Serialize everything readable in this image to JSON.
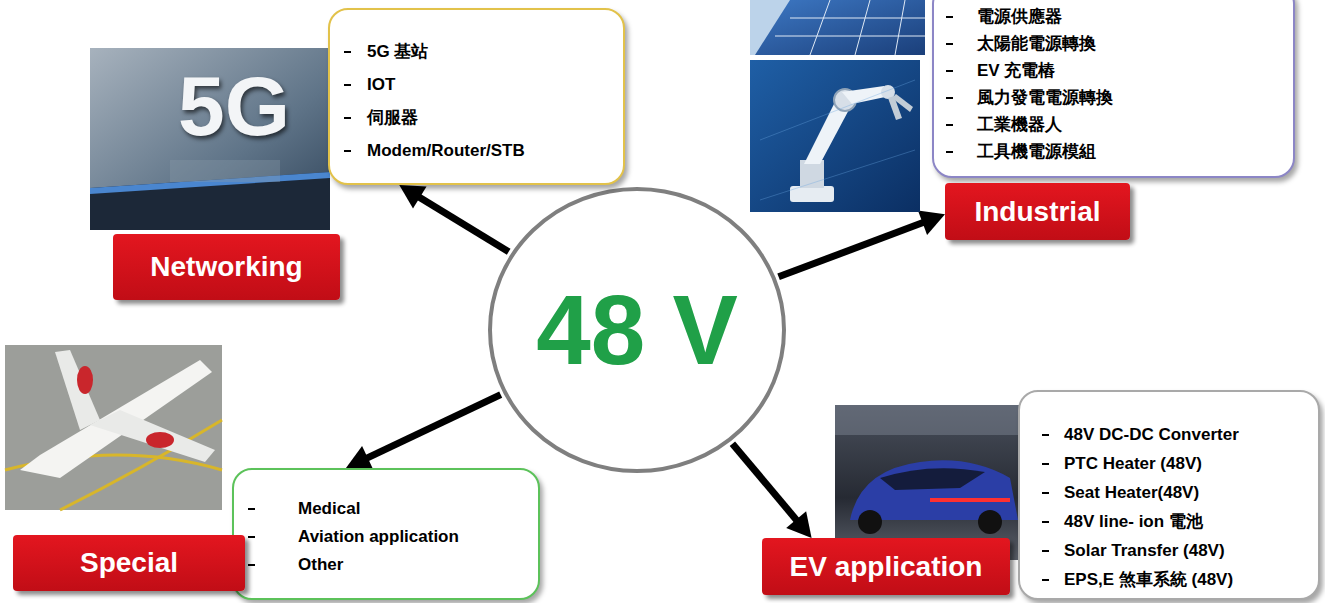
{
  "diagram": {
    "nodes": [
      {
        "text": [
          "48 V"
        ]
      },
      {
        "text": [
          "5G 基站",
          "IOT",
          "伺服器",
          "Modem/Router/STB"
        ]
      },
      {
        "text": [
          "Networking"
        ]
      },
      {
        "text": [
          "電源供應器",
          "太陽能電源轉換",
          "EV 充電樁",
          "風力發電電源轉換",
          "工業機器人",
          "工具機電源模組"
        ]
      },
      {
        "text": [
          "Industrial"
        ]
      },
      {
        "text": [
          "Medical",
          "Aviation application",
          "Other"
        ]
      },
      {
        "text": [
          "Special"
        ]
      },
      {
        "text": [
          "48V DC-DC Converter",
          "PTC Heater (48V)",
          "Seat Heater(48V)",
          "48V line- ion 電池",
          "Solar Transfer (48V)",
          "EPS,E 煞車系統 (48V)"
        ]
      },
      {
        "text": [
          "EV application"
        ]
      }
    ],
    "edges": [
      {
        "from": 0,
        "to": 1,
        "arrow": "to"
      },
      {
        "from": 0,
        "to": 4,
        "arrow": "to"
      },
      {
        "from": 0,
        "to": 5,
        "arrow": "to"
      },
      {
        "from": 0,
        "to": 8,
        "arrow": "to"
      }
    ],
    "labels": [
      "5G"
    ]
  }
}
